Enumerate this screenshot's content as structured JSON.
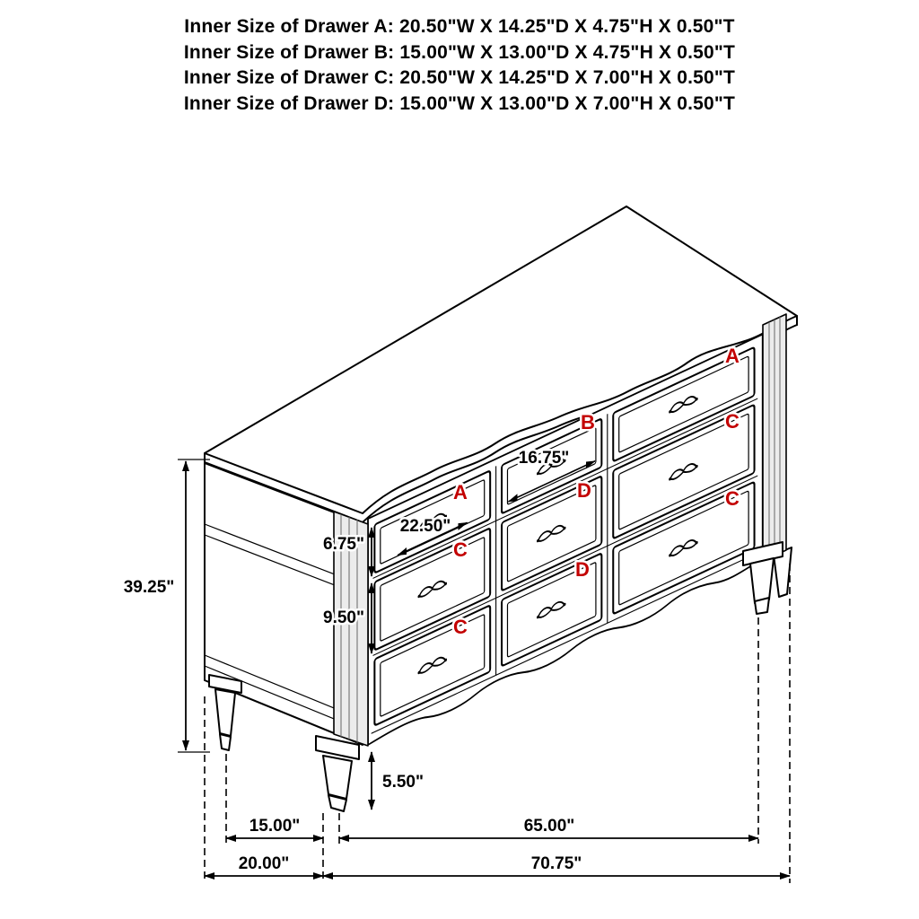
{
  "header": {
    "lines": [
      "Inner Size of Drawer A: 20.50\"W X 14.25\"D X 4.75\"H X 0.50\"T",
      "Inner Size of Drawer B: 15.00\"W X 13.00\"D X 4.75\"H X 0.50\"T",
      "Inner Size of Drawer C: 20.50\"W X 14.25\"D X 7.00\"H X 0.50\"T",
      "Inner Size of Drawer D: 15.00\"W X 13.00\"D X 7.00\"H X 0.50\"T"
    ]
  },
  "diagram": {
    "labels": {
      "left_top": "A",
      "left_middle": "C",
      "left_bottom": "C",
      "middle_top": "B",
      "middle_middle": "D",
      "middle_bottom": "D",
      "right_top": "A",
      "right_middle": "C",
      "right_bottom": "C"
    },
    "dimensions": {
      "overall_height": "39.25\"",
      "top_drawer_height": "6.75\"",
      "middle_drawer_height": "9.50\"",
      "leg_height": "5.50\"",
      "center_drawer_width": "16.75\"",
      "side_drawer_width": "22.50\"",
      "left_leg_span": "15.00\"",
      "front_leg_span": "65.00\"",
      "depth": "20.00\"",
      "overall_width": "70.75\""
    },
    "colors": {
      "label_red": "#c30000",
      "line": "#000000"
    }
  }
}
